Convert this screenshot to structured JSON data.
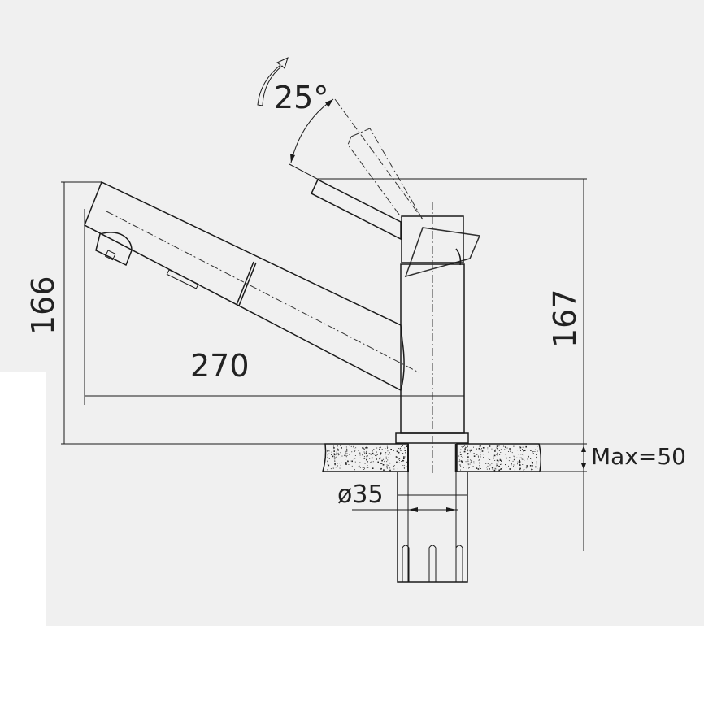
{
  "drawing": {
    "angle_label": "25°",
    "height_left_label": "166",
    "reach_label": "270",
    "height_right_label": "167",
    "max_thickness_label": "Max=50",
    "hole_diameter_label": "ø35"
  },
  "colors": {
    "background": "#f0f0f0",
    "line": "#1a1a1a"
  }
}
